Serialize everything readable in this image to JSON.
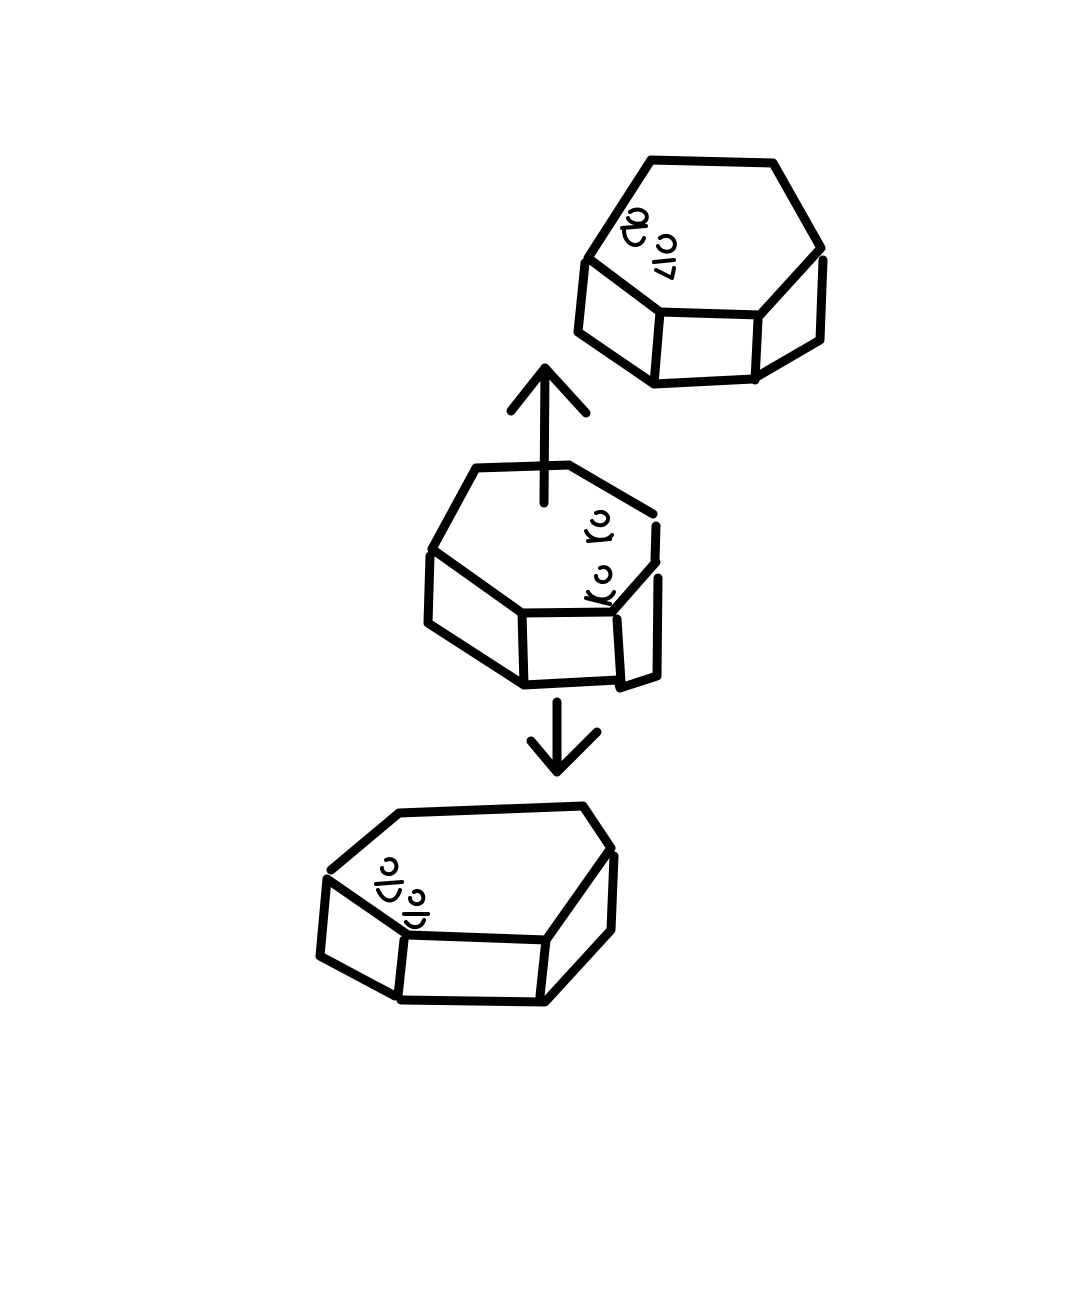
{
  "diagram": {
    "background_color": "#ffffff",
    "stroke_color": "#000000",
    "blocks": [
      {
        "id": "top-block",
        "shape": "hexagonal-prism",
        "figures": [
          "figure-icon",
          "figure-icon"
        ]
      },
      {
        "id": "middle-block",
        "shape": "hexagonal-prism",
        "figures": [
          "figure-icon",
          "figure-icon"
        ]
      },
      {
        "id": "bottom-block",
        "shape": "hexagonal-prism",
        "figures": [
          "figure-icon",
          "figure-icon"
        ]
      }
    ],
    "arrows": [
      {
        "id": "up-arrow",
        "direction": "up",
        "from": "middle-block",
        "to": "top-block"
      },
      {
        "id": "down-arrow",
        "direction": "down",
        "from": "middle-block",
        "to": "bottom-block"
      }
    ]
  }
}
